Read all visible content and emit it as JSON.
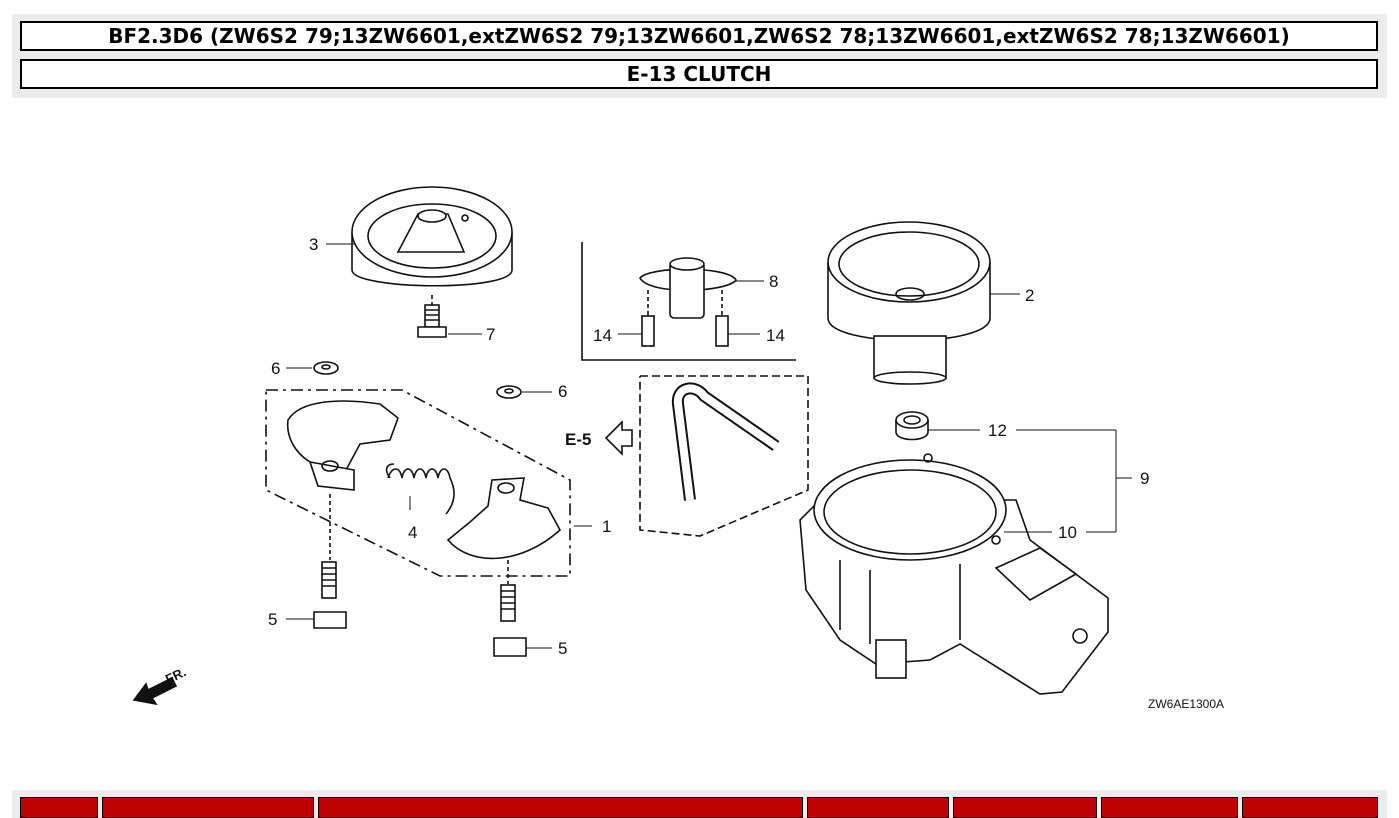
{
  "header": {
    "model": "BF2.3D6 (ZW6S2 79;13ZW6601,extZW6S2 79;13ZW6601,ZW6S2 78;13ZW6601,extZW6S2 78;13ZW6601)",
    "section": "E-13 CLUTCH"
  },
  "diagram": {
    "callouts": [
      "1",
      "2",
      "3",
      "4",
      "5",
      "5",
      "6",
      "6",
      "7",
      "8",
      "9",
      "10",
      "12",
      "14",
      "14"
    ],
    "reference": "E-5",
    "direction_label": "FR.",
    "figure_code": "ZW6AE1300A"
  },
  "table": {
    "columns": [
      "",
      "",
      "",
      "",
      "",
      "",
      ""
    ]
  }
}
